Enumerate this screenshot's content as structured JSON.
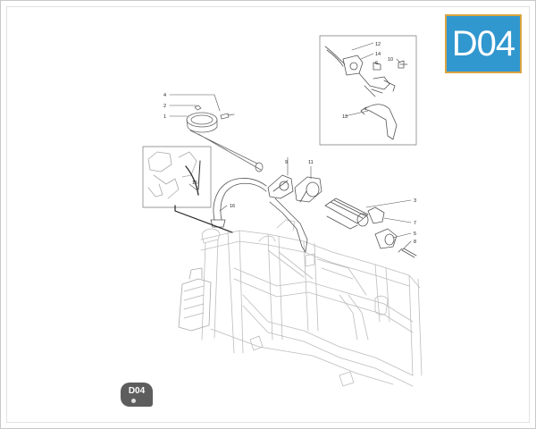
{
  "badge": {
    "code": "D04",
    "color": "#3197cf",
    "border_color": "#d9a441"
  },
  "page_tag": {
    "label": "D04"
  },
  "callouts": {
    "n1": "1",
    "n2": "2",
    "n3": "3",
    "n4": "4",
    "n5": "5",
    "n6": "6",
    "n7": "7",
    "n8": "8",
    "n9": "9",
    "n10": "10",
    "n11": "11",
    "n12": "12",
    "n13": "13",
    "n14": "14",
    "n15": "15",
    "n16": "16"
  }
}
